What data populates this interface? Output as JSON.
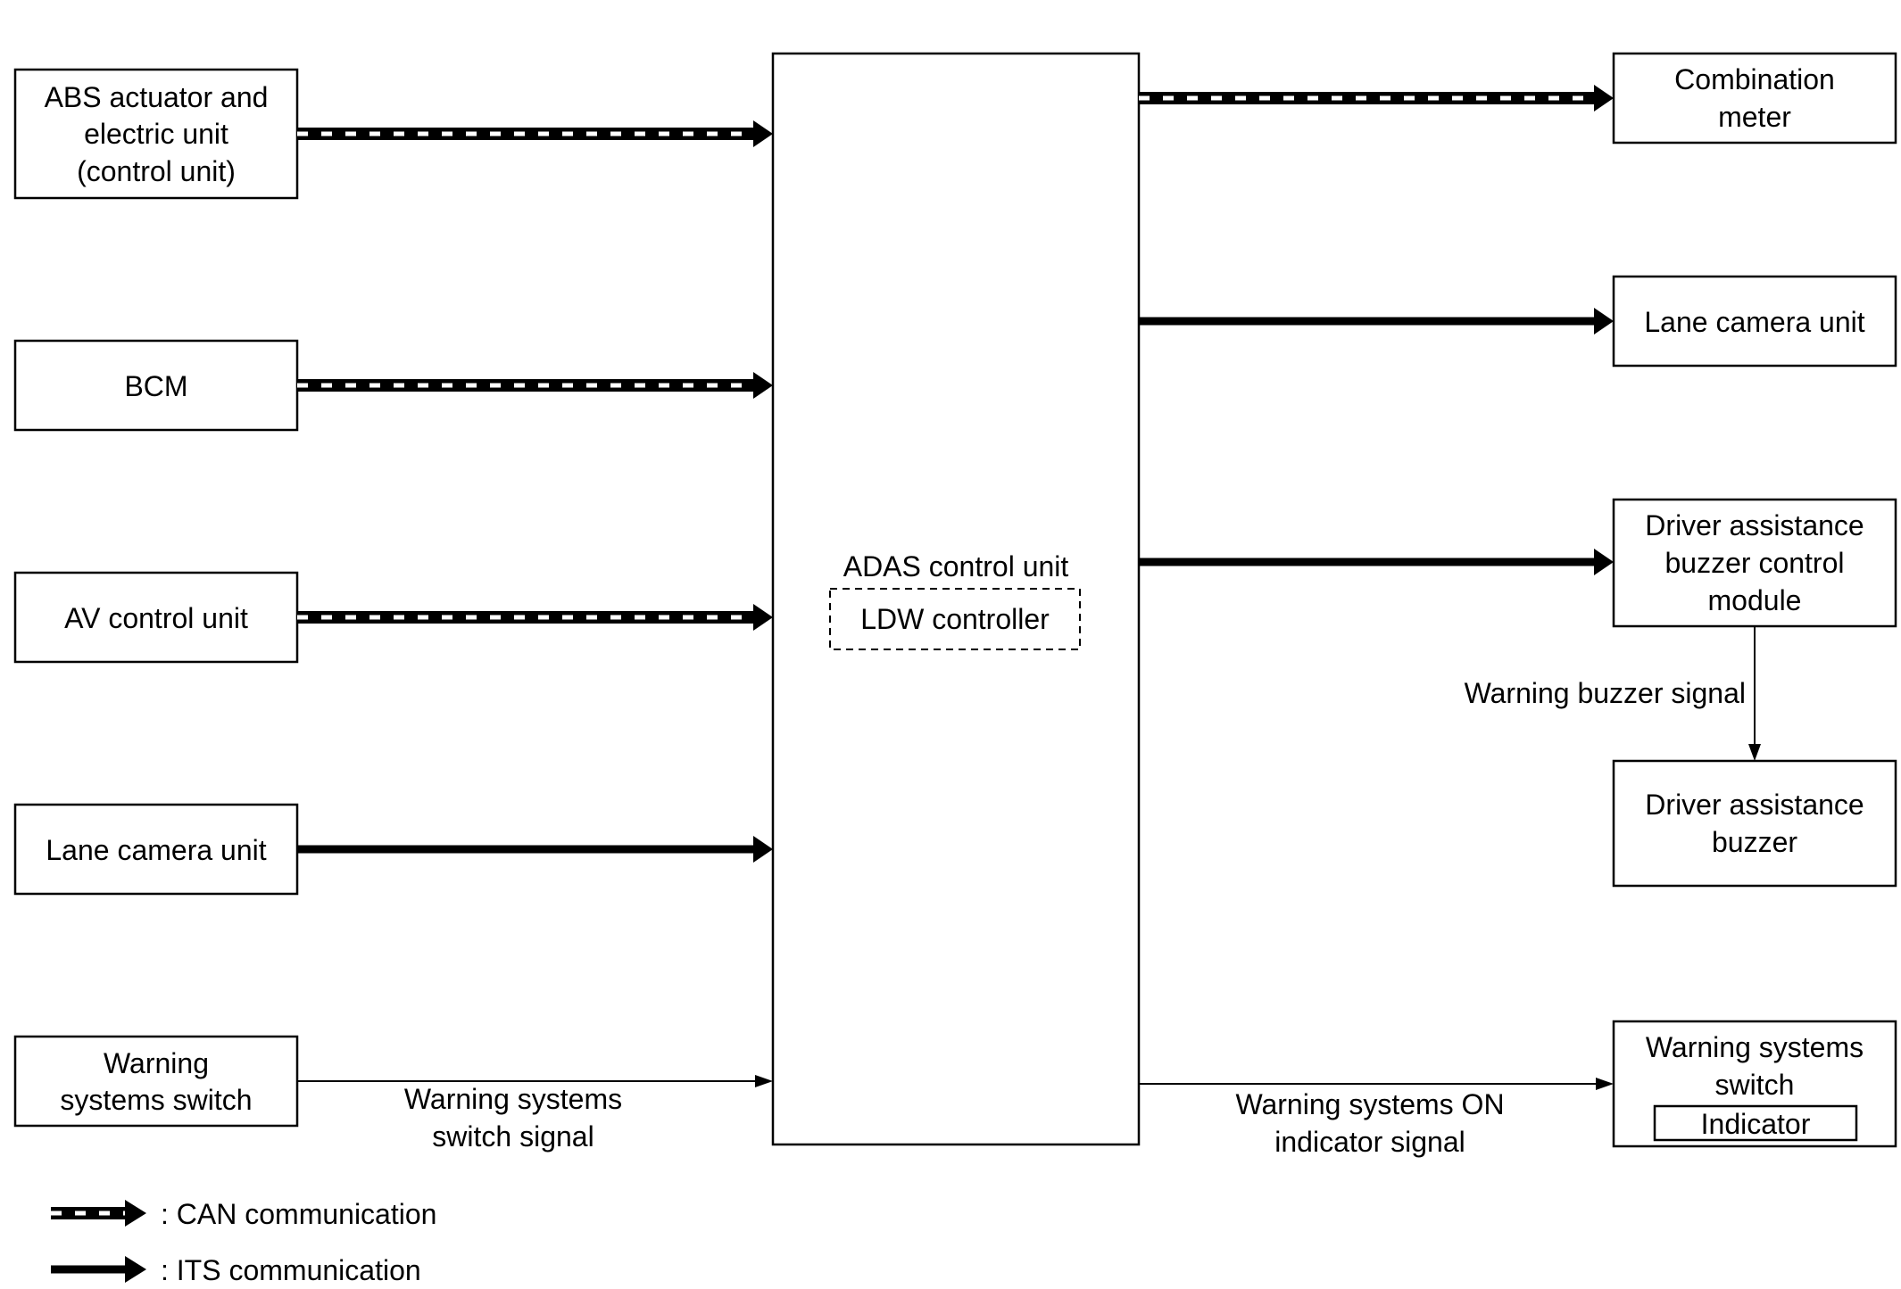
{
  "legend": {
    "can_label": ": CAN communication",
    "its_label": ": ITS communication"
  },
  "center": {
    "title": "ADAS control unit",
    "sub": "LDW controller"
  },
  "inputs": {
    "abs": [
      "ABS actuator and",
      "electric unit",
      "(control unit)"
    ],
    "bcm": [
      "BCM"
    ],
    "av": [
      "AV control unit"
    ],
    "lane_camera": [
      "Lane camera unit"
    ],
    "warning_switch": [
      "Warning",
      "systems switch"
    ]
  },
  "outputs": {
    "combination_meter": [
      "Combination",
      "meter"
    ],
    "lane_camera": [
      "Lane camera unit"
    ],
    "buzzer_module": [
      "Driver assistance",
      "buzzer control",
      "module"
    ],
    "buzzer": [
      "Driver assistance",
      "buzzer"
    ],
    "warning_switch": [
      "Warning systems",
      "switch"
    ],
    "indicator": "Indicator"
  },
  "signals": {
    "switch_signal": [
      "Warning systems",
      "switch signal"
    ],
    "buzzer_signal": "Warning buzzer signal",
    "on_indicator_signal": [
      "Warning systems ON",
      "indicator signal"
    ]
  },
  "colors": {
    "line": "#000000",
    "background": "#ffffff"
  }
}
